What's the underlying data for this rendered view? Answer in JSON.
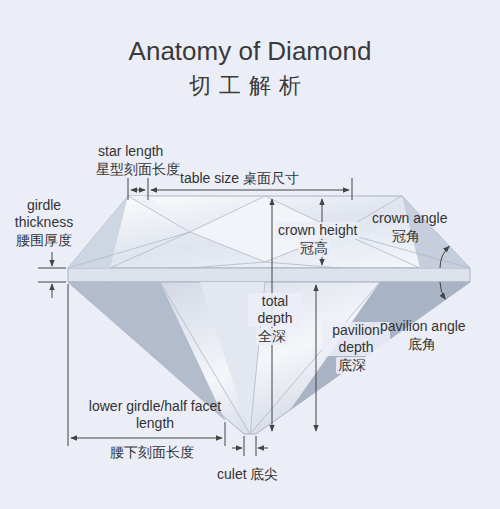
{
  "diagram": {
    "title": "Anatomy of Diamond",
    "labels": [
      "切工解析",
      "star length",
      "星型刻面长度",
      "table size 桌面尺寸",
      "girdle thickness",
      "腰围厚度",
      "crown height",
      "冠高",
      "crown angle",
      "冠角",
      "total depth",
      "全深",
      "pavilion depth",
      "底深",
      "pavilion angle",
      "底角",
      "lower girdle/half facet length",
      "腰下刻面长度",
      "culet 底尖"
    ]
  }
}
